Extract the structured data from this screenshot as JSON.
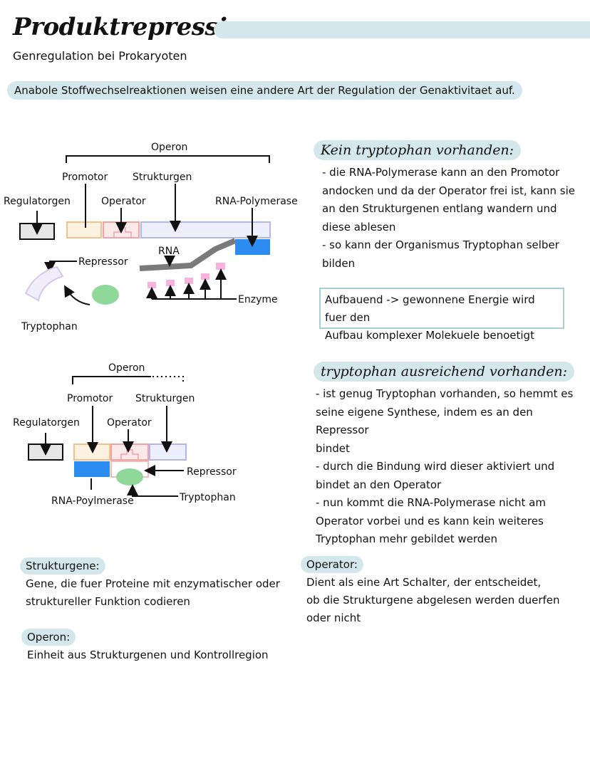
{
  "header": {
    "title": "Produktrepression",
    "subtitle": "Genregulation bei Prokaryoten",
    "intro": "Anabole Stoffwechselreaktionen weisen eine andere Art der Regulation der Genaktivitaet auf."
  },
  "diagram1": {
    "operon": "Operon",
    "promotor": "Promotor",
    "strukturgen": "Strukturgen",
    "regulatorgen": "Regulatorgen",
    "operator": "Operator",
    "rna_polymerase": "RNA-Polymerase",
    "rna": "RNA",
    "repressor": "Repressor",
    "enzyme": "Enzyme",
    "tryptophan": "Tryptophan"
  },
  "section1": {
    "heading": "Kein tryptophan vorhanden:",
    "text": "- die RNA-Polymerase kann an den Promotor\nandocken und da der Operator frei ist, kann sie\nan den Strukturgenen entlang wandern und\ndiese ablesen\n- so kann der Organismus Tryptophan selber\nbilden",
    "note": "Aufbauend -> gewonnene Energie wird fuer den\nAufbau komplexer Molekuele benoetigt"
  },
  "diagram2": {
    "operon": "Operon",
    "promotor": "Promotor",
    "strukturgen": "Strukturgen",
    "regulatorgen": "Regulatorgen",
    "operator": "Operator",
    "repressor": "Repressor",
    "rna_polymerase": "RNA-Poylmerase",
    "tryptophan": "Tryptophan"
  },
  "section2": {
    "heading": "tryptophan ausreichend vorhanden:",
    "text": "- ist genug Tryptophan vorhanden, so hemmt es\nseine eigene Synthese, indem es an den Repressor\nbindet\n- durch die Bindung wird dieser aktiviert und\nbindet an den Operator\n- nun kommt die RNA-Polymerase nicht am\nOperator vorbei und es kann kein weiteres\nTryptophan mehr gebildet werden"
  },
  "definitions": {
    "strukturgene_head": "Strukturgene:",
    "strukturgene_text": "Gene, die fuer Proteine mit enzymatischer oder\nstruktureller Funktion codieren",
    "operon_head": "Operon:",
    "operon_text": "Einheit aus Strukturgenen und Kontrollregion",
    "operator_head": "Operator:",
    "operator_text": "Dient als eine Art Schalter, der entscheidet,\nob die Strukturgene abgelesen werden duerfen\noder nicht"
  },
  "colors": {
    "highlight": "#d4e7ec",
    "note_border": "#a9cfd6",
    "promotor": "#f2c28a",
    "operator": "#f0a3a3",
    "strukturgen": "#b3b5ef",
    "polymerase": "#2c8cf0",
    "repressor": "#8fd89a",
    "enzyme": "#f7b3de",
    "tryptophan": "#d5c8ec"
  }
}
